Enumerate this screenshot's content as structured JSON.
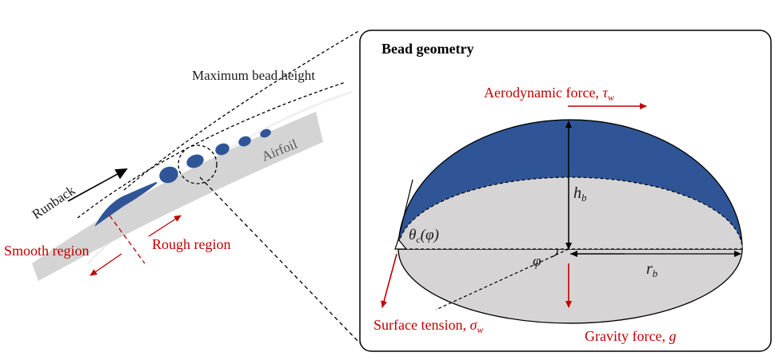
{
  "left_panel": {
    "max_height_label": "Maximum bead height",
    "runback_label": "Runback",
    "airfoil_label": "Airfoil",
    "smooth_label": "Smooth region",
    "rough_label": "Rough region"
  },
  "right_panel": {
    "title": "Bead geometry",
    "aero_label": "Aerodynamic force, ",
    "aero_symbol": "τ",
    "aero_sub": "w",
    "hb_symbol": "h",
    "hb_sub": "b",
    "theta_label": "θ",
    "theta_sub": "c",
    "theta_arg": "(φ)",
    "phi_label": "φ",
    "rb_symbol": "r",
    "rb_sub": "b",
    "surface_label": "Surface tension, ",
    "surface_symbol": "σ",
    "surface_sub": "w",
    "gravity_label": "Gravity force, ",
    "gravity_symbol": "g"
  },
  "colors": {
    "bead_blue": "#2f5597",
    "bead_grey": "#d6d4d4",
    "airfoil_grey": "#d4d4d4",
    "force_red": "#c00000"
  }
}
